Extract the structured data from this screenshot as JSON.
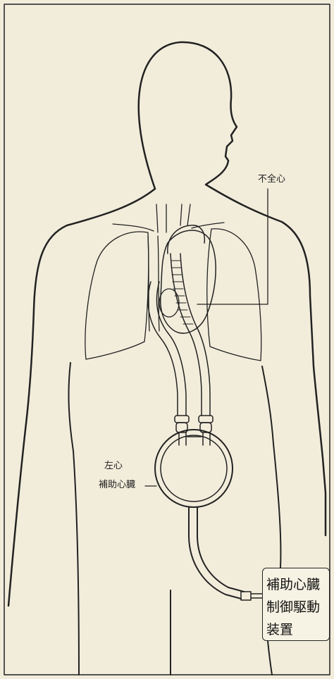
{
  "labels": {
    "heart": "不全心",
    "lvad_line1": "左心",
    "lvad_line2": "補助心臓",
    "controller_line1": "補助心臓",
    "controller_line2": "制御駆動",
    "controller_line3": "装置"
  },
  "colors": {
    "background": "#f2eddb",
    "stroke": "#222222"
  }
}
